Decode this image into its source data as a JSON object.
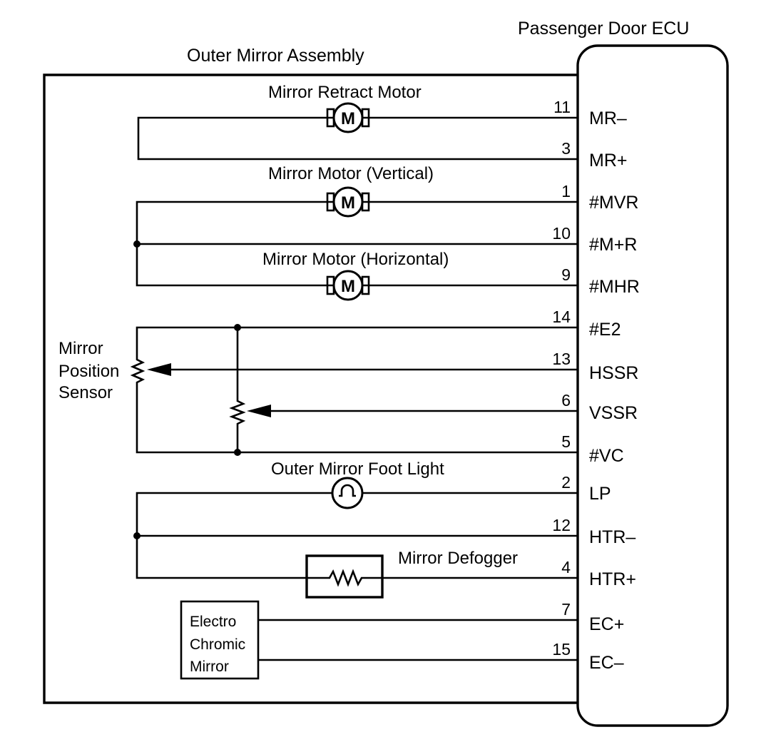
{
  "titles": {
    "ecu": "Passenger Door ECU",
    "assembly": "Outer Mirror Assembly"
  },
  "components": {
    "retract_motor": "Mirror Retract Motor",
    "vertical_motor": "Mirror Motor (Vertical)",
    "horizontal_motor": "Mirror Motor (Horizontal)",
    "position_sensor": [
      "Mirror",
      "Position",
      "Sensor"
    ],
    "foot_light": "Outer Mirror Foot Light",
    "defogger": "Mirror Defogger",
    "electro_chromic": [
      "Electro",
      "Chromic",
      "Mirror"
    ],
    "motor_symbol": "M"
  },
  "terminals": [
    {
      "pin": "11",
      "signal": "MR–"
    },
    {
      "pin": "3",
      "signal": "MR+"
    },
    {
      "pin": "1",
      "signal": "#MVR"
    },
    {
      "pin": "10",
      "signal": "#M+R"
    },
    {
      "pin": "9",
      "signal": "#MHR"
    },
    {
      "pin": "14",
      "signal": "#E2"
    },
    {
      "pin": "13",
      "signal": "HSSR"
    },
    {
      "pin": "6",
      "signal": "VSSR"
    },
    {
      "pin": "5",
      "signal": "#VC"
    },
    {
      "pin": "2",
      "signal": "LP"
    },
    {
      "pin": "12",
      "signal": "HTR–"
    },
    {
      "pin": "4",
      "signal": "HTR+"
    },
    {
      "pin": "7",
      "signal": "EC+"
    },
    {
      "pin": "15",
      "signal": "EC–"
    }
  ],
  "colors": {
    "line": "#000000",
    "background": "#ffffff"
  }
}
